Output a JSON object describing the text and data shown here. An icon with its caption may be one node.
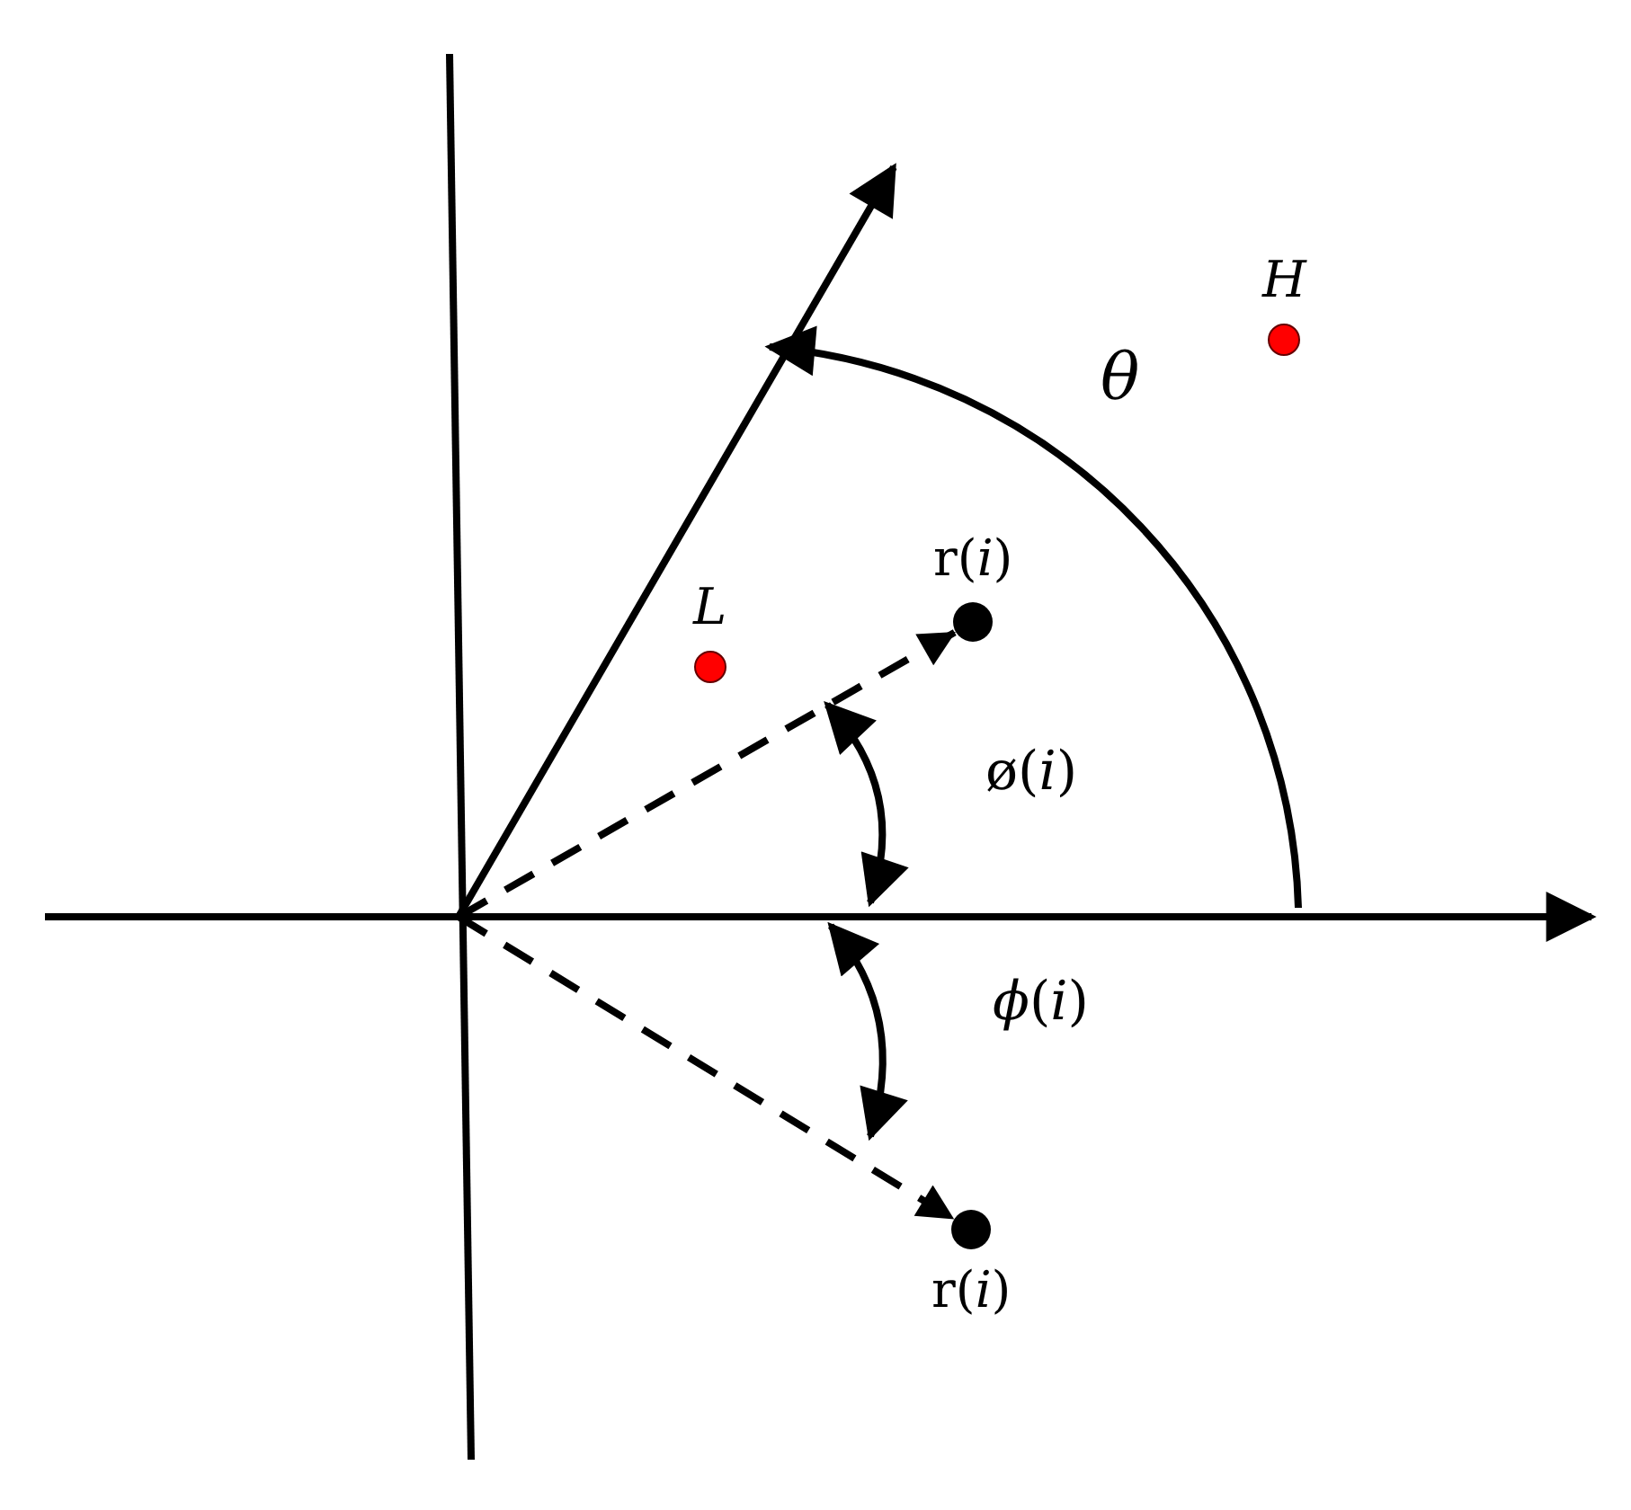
{
  "diagram": {
    "nodes": [
      {
        "text": [
          "r(*i*)"
        ]
      },
      {
        "text": [
          "r(*i*)"
        ]
      },
      {
        "text": [
          "L"
        ]
      },
      {
        "text": [
          "H"
        ]
      }
    ],
    "edges": [
      {
        "from": null,
        "to": 0,
        "arrow": "to",
        "style": "dashed"
      },
      {
        "from": null,
        "to": 1,
        "arrow": "to",
        "style": "dashed"
      }
    ],
    "labels": [
      "θ",
      "ø(*i*)",
      "*ϕ*(*i*)"
    ]
  }
}
